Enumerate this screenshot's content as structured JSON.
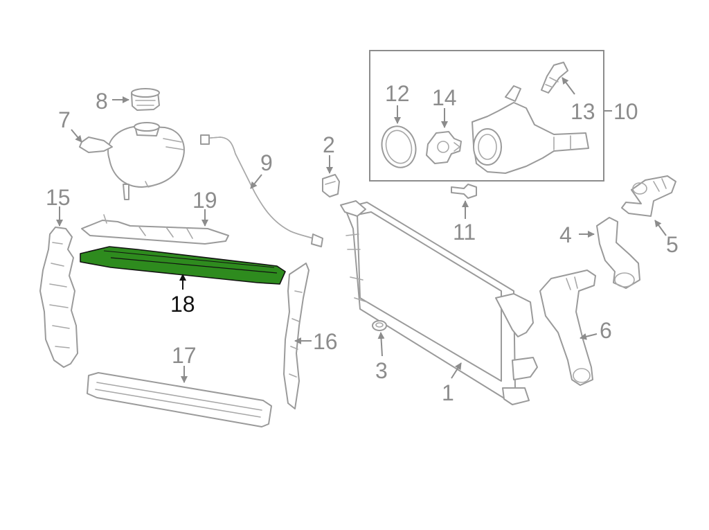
{
  "diagram": {
    "callouts": [
      {
        "id": "1",
        "text": "1"
      },
      {
        "id": "2",
        "text": "2"
      },
      {
        "id": "3",
        "text": "3"
      },
      {
        "id": "4",
        "text": "4"
      },
      {
        "id": "5",
        "text": "5"
      },
      {
        "id": "6",
        "text": "6"
      },
      {
        "id": "7",
        "text": "7"
      },
      {
        "id": "8",
        "text": "8"
      },
      {
        "id": "9",
        "text": "9"
      },
      {
        "id": "10",
        "text": "10"
      },
      {
        "id": "11",
        "text": "11"
      },
      {
        "id": "12",
        "text": "12"
      },
      {
        "id": "13",
        "text": "13"
      },
      {
        "id": "14",
        "text": "14"
      },
      {
        "id": "15",
        "text": "15"
      },
      {
        "id": "16",
        "text": "16"
      },
      {
        "id": "17",
        "text": "17"
      },
      {
        "id": "18",
        "text": "18"
      },
      {
        "id": "19",
        "text": "19"
      }
    ],
    "highlighted_part": "18",
    "highlight_color": "#2e8b1e",
    "line_color": "#9a9a9a"
  }
}
